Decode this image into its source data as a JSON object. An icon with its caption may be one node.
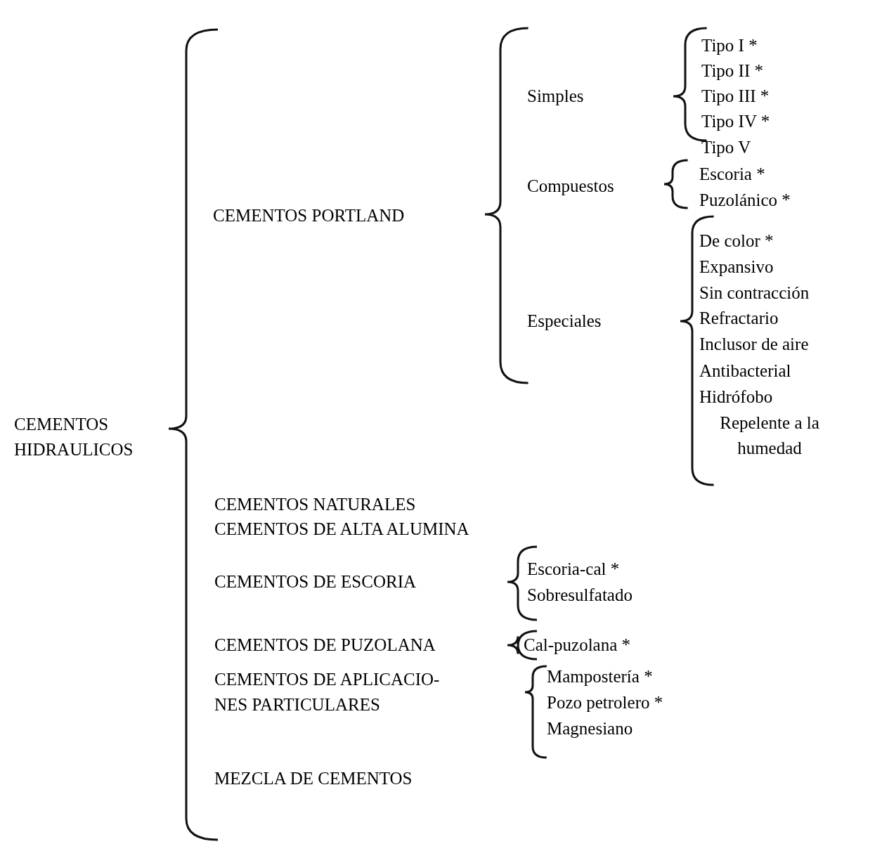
{
  "diagram": {
    "labels": [
      "CEMENTOS HIDRAULICOS",
      "CEMENTOS PORTLAND",
      "Simples",
      "Tipo I *",
      "Tipo II *",
      "Tipo III *",
      "Tipo IV *",
      "Tipo V",
      "Compuestos",
      "Escoria *",
      "Puzolánico *",
      "Especiales",
      "De color *",
      "Expansivo",
      "Sin contracción",
      "Refractario",
      "Inclusor de aire",
      "Antibacterial",
      "Hidrófobo",
      "Repelente a la humedad",
      "CEMENTOS NATURALES",
      "CEMENTOS DE ALTA ALUMINA",
      "CEMENTOS DE ESCORIA",
      "Escoria-cal *",
      "Sobresulfatado",
      "CEMENTOS DE PUZOLANA",
      "Cal-puzolana *",
      "CEMENTOS DE APLICACIO- NES PARTICULARES",
      "Mampostería *",
      "Pozo petrolero *",
      "Magnesiano",
      "MEZCLA DE CEMENTOS"
    ]
  }
}
